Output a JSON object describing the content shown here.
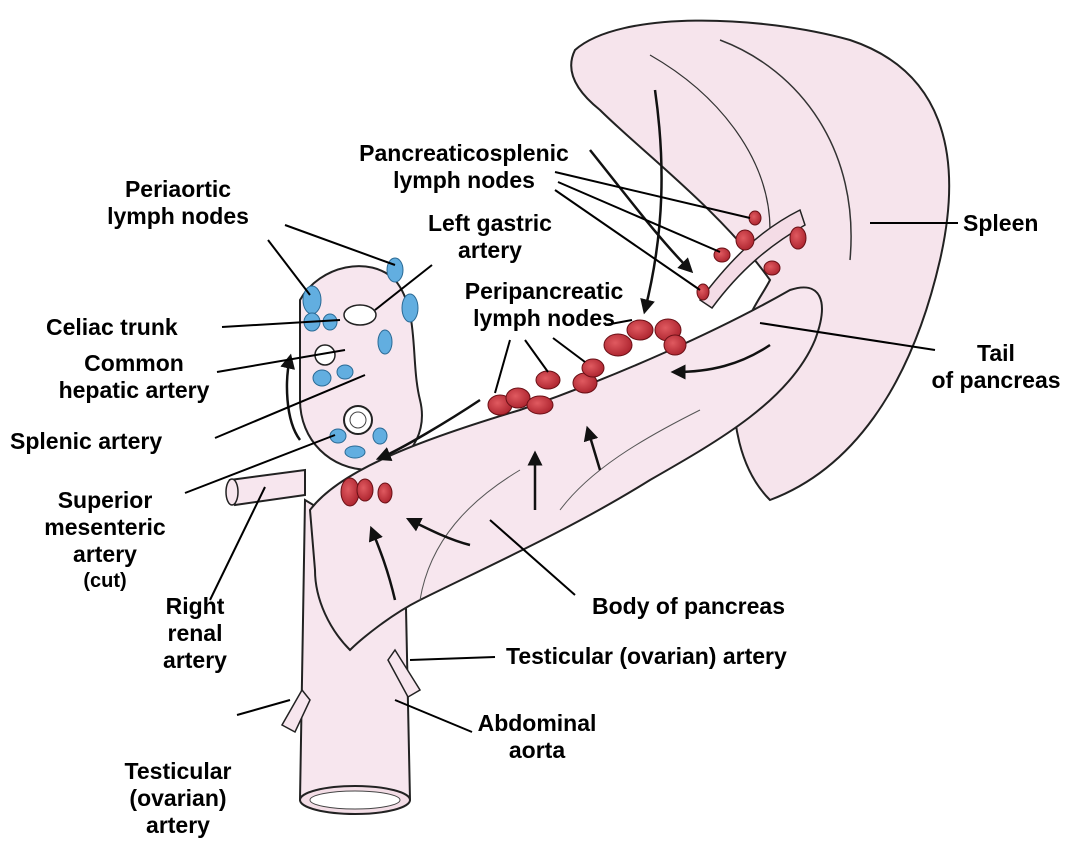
{
  "labels": {
    "periaortic": "Periaortic\nlymph nodes",
    "pancreaticosplenic": "Pancreaticosplenic\nlymph nodes",
    "left_gastric": "Left gastric\nartery",
    "spleen": "Spleen",
    "peripancreatic": "Peripancreatic\nlymph nodes",
    "celiac_trunk": "Celiac trunk",
    "common_hepatic": "Common\nhepatic artery",
    "tail": "Tail\nof pancreas",
    "splenic_artery": "Splenic artery",
    "superior_mesenteric": "Superior\nmesenteric\nartery",
    "cut": "(cut)",
    "right_renal": "Right\nrenal\nartery",
    "body_pancreas": "Body of pancreas",
    "testicular_right": "Testicular (ovarian) artery",
    "abdominal_aorta": "Abdominal\naorta",
    "testicular_left": "Testicular\n(ovarian)\nartery"
  },
  "colors": {
    "organ_fill": "#f7e6ee",
    "outline": "#222222",
    "blue_nodes": "#62aee0",
    "red_nodes": "#c8303a",
    "leader": "#000000"
  }
}
